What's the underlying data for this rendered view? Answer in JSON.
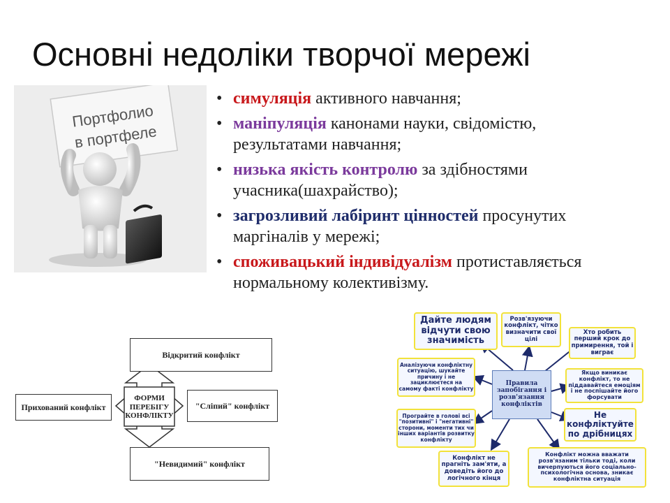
{
  "slide": {
    "title": "Основні недоліки творчої мережі"
  },
  "bullets": [
    {
      "dot": "•",
      "keyword": "симуляція",
      "keyword_color": "red",
      "text": " активного навчання;"
    },
    {
      "dot": "•",
      "keyword": "маніпуляція",
      "keyword_color": "purple",
      "text": "  канонами науки, свідомістю, результатами навчання;"
    },
    {
      "dot": "•",
      "keyword": "низька якість контролю",
      "keyword_color": "purple",
      "text": "  за здібностями учасника(шахрайство);"
    },
    {
      "dot": "•",
      "keyword": "загрозливий лабіринт цінностей",
      "keyword_color": "navy",
      "text": " просунутих маргіналів у мережі;"
    },
    {
      "dot": "•",
      "keyword": "споживацький індивідуалізм",
      "keyword_color": "red",
      "text": " протиставляється нормальному колективізму."
    }
  ],
  "illustration": {
    "sign_line1": "Портфолио",
    "sign_line2": "в портфеле"
  },
  "conflict_diagram": {
    "center_line1": "ФОРМИ",
    "center_line2": "ПЕРЕБІГУ",
    "center_line3": "КОНФЛІКТУ",
    "top": "Відкритий конфлікт",
    "left": "Прихований конфлікт",
    "right": "\"Сліпий\" конфлікт",
    "bottom": "\"Невидимий\" конфлікт"
  },
  "rules_map": {
    "center": "Правила запобігання і розв'язання конфліктів",
    "nodes": {
      "n1": "Дайте людям відчути свою значимість",
      "n2": "Розв'язуючи конфлікт, чітко визначити свої цілі",
      "n3": "Хто робить перший крок до примирення, той і виграє",
      "n4": "Аналізуючи конфліктну ситуацію, шукайте причину і не зациклюєтеся на самому факті конфлікту",
      "n5": "Якщо виникає конфлікт, то не піддавайтеся емоціям і не поспішайте його форсувати",
      "n6": "Програйте в голові всі \"позитивні\" і \"негативні\" сторони, моменти тих чи інших варіантів розвитку конфлікту",
      "n7": "Не конфліктуйте по дрібницях",
      "n8": "Конфлікт не прагніть зам'яти, а доведіть його до логічного кінця",
      "n9": "Конфлікт можна вважати розв'язаним тільки тоді, коли вичерпуються його соціально-психологічна основа, зникає конфліктна ситуація"
    }
  },
  "colors": {
    "red": "#c8181b",
    "purple": "#7b3a9c",
    "navy": "#1f2d6b",
    "rule_border": "#f2e23a",
    "arrow": "#1d2a6a"
  }
}
